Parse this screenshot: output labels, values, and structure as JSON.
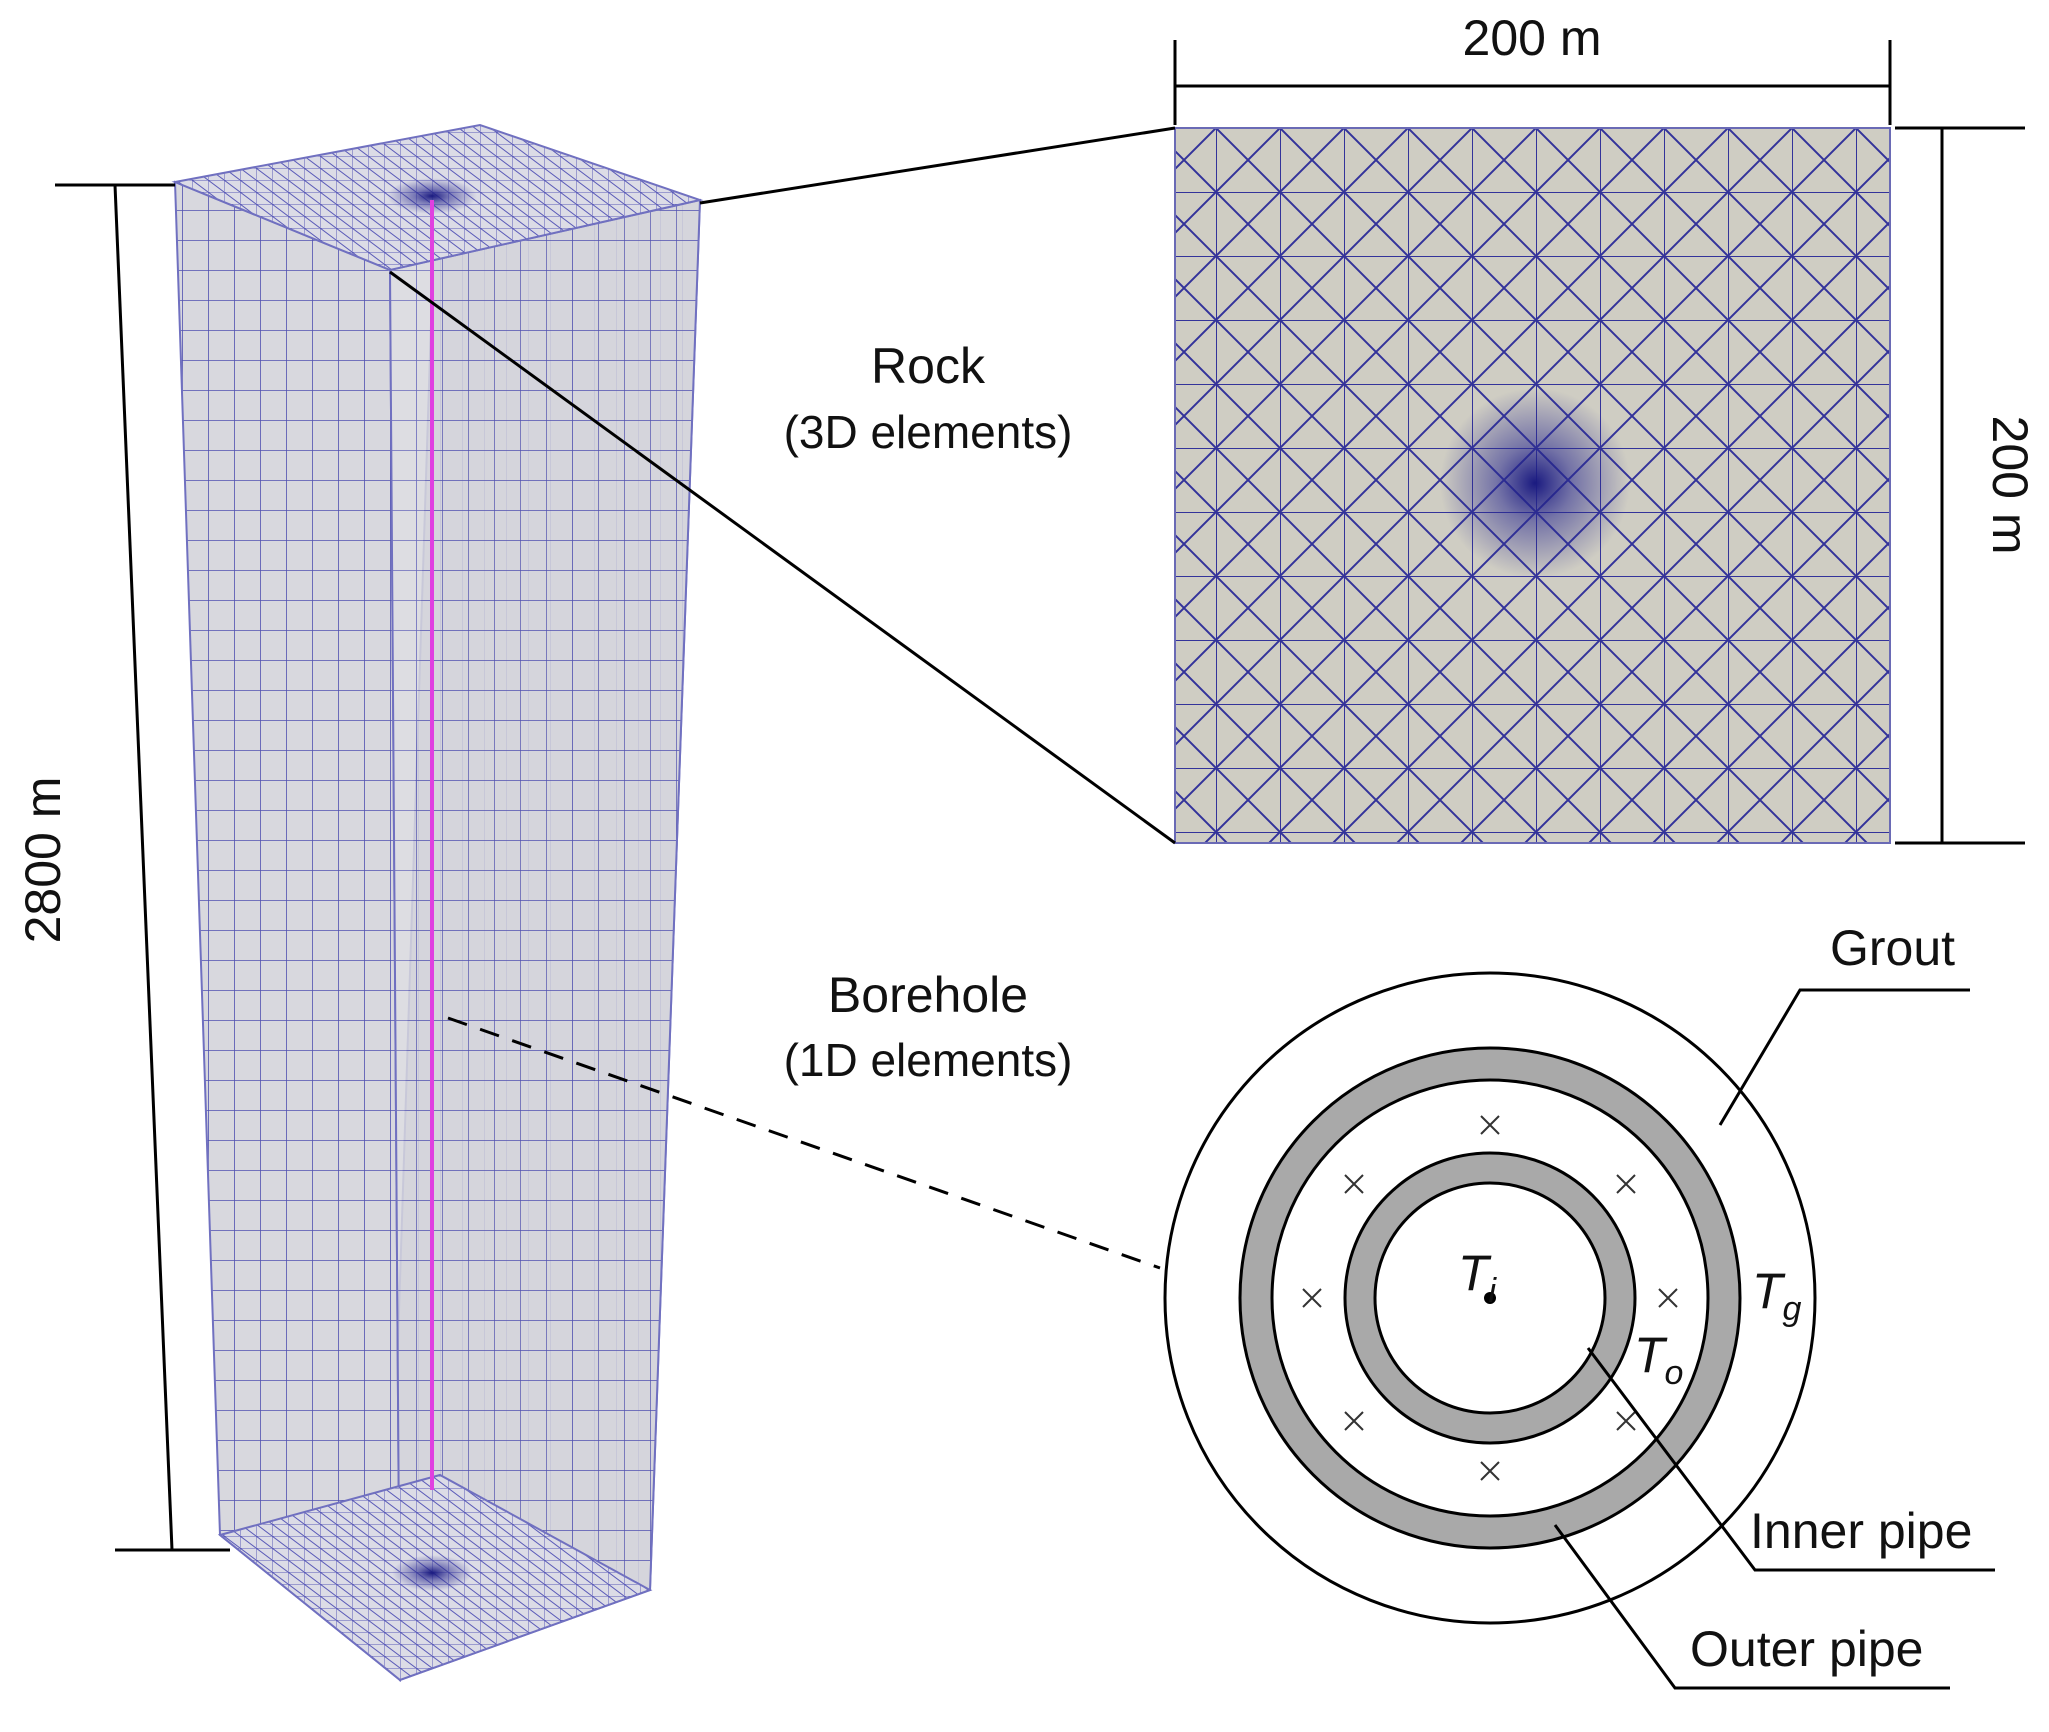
{
  "labels": {
    "width_top": "200 m",
    "height_right": "200 m",
    "depth_left": "2800 m",
    "rock_title": "Rock",
    "rock_sub": "(3D elements)",
    "borehole_title": "Borehole",
    "borehole_sub": "(1D elements)",
    "grout": "Grout",
    "inner_pipe": "Inner pipe",
    "outer_pipe": "Outer pipe",
    "t_i": "T",
    "t_i_sub": "i",
    "t_o": "T",
    "t_o_sub": "o",
    "t_g": "T",
    "t_g_sub": "g"
  },
  "colors": {
    "mesh_line": "#3b3ba0",
    "mesh_fill": "#d6d6dc",
    "square_fill": "#cfcdc3",
    "borehole_line": "#e040e0",
    "pipe_gray": "#a9a9a9"
  }
}
